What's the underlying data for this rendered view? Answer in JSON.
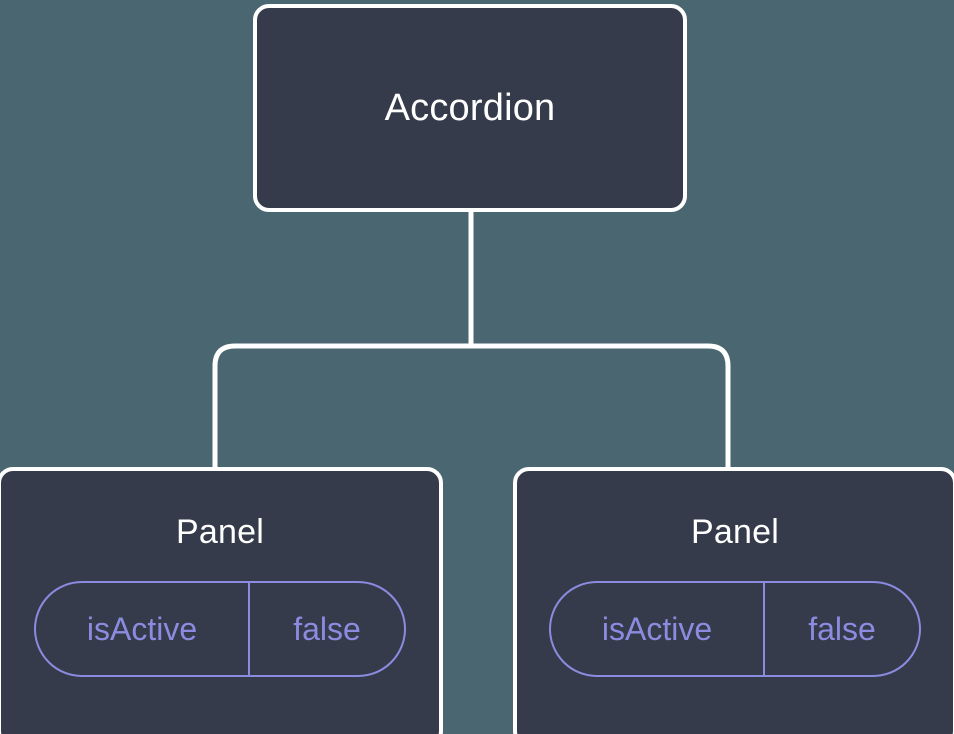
{
  "canvas": {
    "background_color": "#4a6670",
    "node_fill_color": "#353b4a",
    "node_border_color": "#ffffff",
    "edge_color": "#ffffff",
    "state_accent_color": "#8b8ce0",
    "title_color": "#ffffff"
  },
  "tree": {
    "root": {
      "title": "Accordion"
    },
    "children": [
      {
        "title": "Panel",
        "state": {
          "key": "isActive",
          "value": "false"
        }
      },
      {
        "title": "Panel",
        "state": {
          "key": "isActive",
          "value": "false"
        }
      }
    ]
  }
}
